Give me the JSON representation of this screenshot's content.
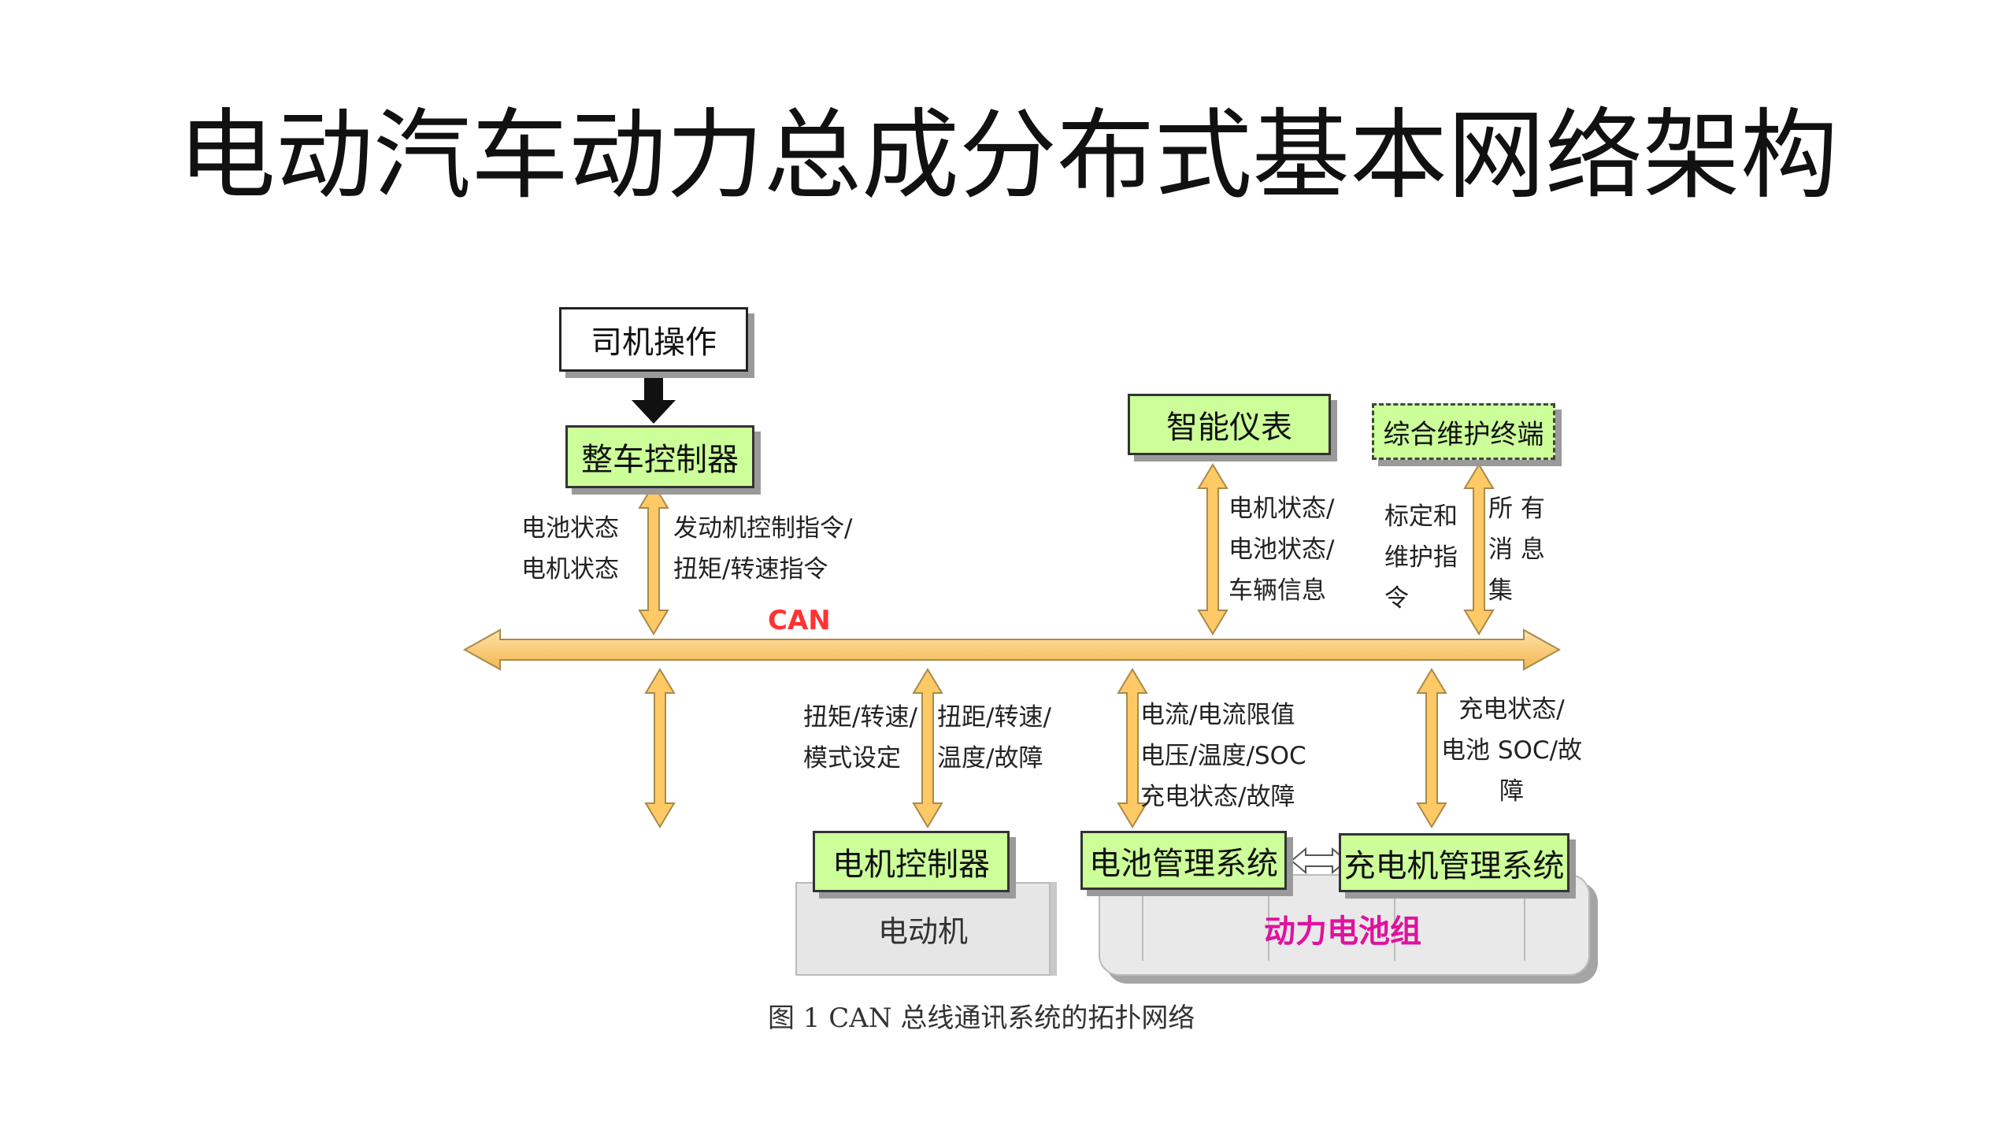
{
  "title": "电动汽车动力总成分布式基本网络架构",
  "bus_label": "CAN",
  "nodes": {
    "driver": "司机操作",
    "vcu": "整车控制器",
    "meter": "智能仪表",
    "terminal": "综合维护终端",
    "motor_controller": "电机控制器",
    "bms": "电池管理系统",
    "charger": "充电机管理系统",
    "motor": "电动机",
    "battery_pack": "动力电池组"
  },
  "labels": {
    "vcu_left": [
      "电池状态",
      "电机状态"
    ],
    "vcu_right": [
      "发动机控制指令/",
      "扭矩/转速指令"
    ],
    "meter": [
      "电机状态/",
      "电池状态/",
      "车辆信息"
    ],
    "terminal_left": [
      "标定和",
      "维护指",
      "令"
    ],
    "terminal_right": [
      "所 有",
      "消 息",
      "集"
    ],
    "motor_left": [
      "扭矩/转速/",
      "模式设定"
    ],
    "motor_right": [
      "扭距/转速/",
      "温度/故障"
    ],
    "bms": [
      "电流/电流限值",
      "电压/温度/SOC",
      "充电状态/故障"
    ],
    "charger": [
      "充电状态/",
      "电池 SOC/故",
      "障"
    ]
  },
  "caption": "图 1 CAN 总线通讯系统的拓扑网络",
  "colors": {
    "node_fill": "#ccff99",
    "arrow_fill": "#ffc966",
    "arrow_stroke": "#a88a4a",
    "can_text": "#ff3333",
    "pack_text": "#e0119e"
  }
}
